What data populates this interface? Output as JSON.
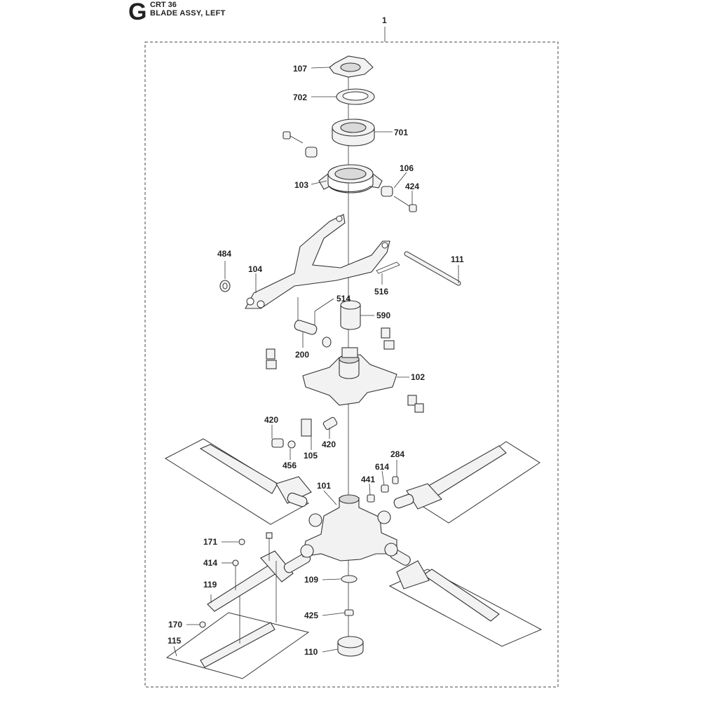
{
  "header": {
    "section_letter": "G",
    "model": "CRT 36",
    "title": "BLADE ASSY, LEFT"
  },
  "assembly": {
    "label": "1"
  },
  "callouts": [
    {
      "id": "c107",
      "text": "107"
    },
    {
      "id": "c702",
      "text": "702"
    },
    {
      "id": "c701",
      "text": "701"
    },
    {
      "id": "c106",
      "text": "106"
    },
    {
      "id": "c103",
      "text": "103"
    },
    {
      "id": "c424",
      "text": "424"
    },
    {
      "id": "c484",
      "text": "484"
    },
    {
      "id": "c104",
      "text": "104"
    },
    {
      "id": "c111",
      "text": "111"
    },
    {
      "id": "c516",
      "text": "516"
    },
    {
      "id": "c514",
      "text": "514"
    },
    {
      "id": "c590",
      "text": "590"
    },
    {
      "id": "c200",
      "text": "200"
    },
    {
      "id": "c102",
      "text": "102"
    },
    {
      "id": "c420a",
      "text": "420"
    },
    {
      "id": "c420b",
      "text": "420"
    },
    {
      "id": "c105",
      "text": "105"
    },
    {
      "id": "c456",
      "text": "456"
    },
    {
      "id": "c284",
      "text": "284"
    },
    {
      "id": "c614",
      "text": "614"
    },
    {
      "id": "c441",
      "text": "441"
    },
    {
      "id": "c101",
      "text": "101"
    },
    {
      "id": "c171",
      "text": "171"
    },
    {
      "id": "c414",
      "text": "414"
    },
    {
      "id": "c119",
      "text": "119"
    },
    {
      "id": "c109",
      "text": "109"
    },
    {
      "id": "c425",
      "text": "425"
    },
    {
      "id": "c170",
      "text": "170"
    },
    {
      "id": "c115",
      "text": "115"
    },
    {
      "id": "c110",
      "text": "110"
    }
  ]
}
